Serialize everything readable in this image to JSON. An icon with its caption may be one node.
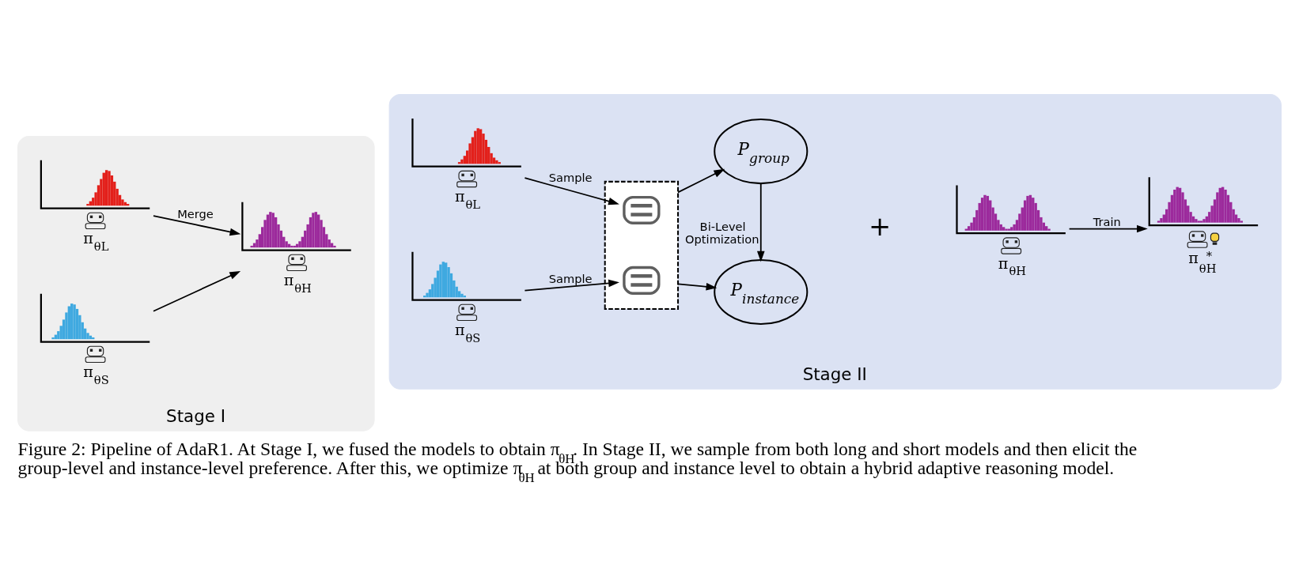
{
  "diagram": {
    "caption": "Figure 2: Pipeline of AdaR1. At Stage I, we fused the models to obtain π$_{θH}$. In Stage II, we sample from both long and short models and then elicit the group-level and instance-level preference. After this, we optimize π$_{θH}$ at both group and instance level to obtain a hybrid adaptive reasoning model.",
    "nodes": [
      {
        "text": [
          "Stage I"
        ]
      },
      {
        "text": [
          "π$_{θL}$"
        ],
        "in": 0
      },
      {
        "text": [
          "π$_{θS}$"
        ],
        "in": 0
      },
      {
        "text": [
          "π$_{θH}$"
        ],
        "in": 0
      },
      {
        "text": [
          "Stage II"
        ]
      },
      {
        "text": [
          "π$_{θL}$"
        ],
        "in": 4
      },
      {
        "text": [
          "π$_{θS}$"
        ],
        "in": 4
      },
      {
        "text": [],
        "shape": "box",
        "in": 4
      },
      {
        "text": [],
        "shape": "picture",
        "in": 7
      },
      {
        "text": [],
        "shape": "picture",
        "in": 7
      },
      {
        "text": [
          "P$_{group}$"
        ],
        "in": 4
      },
      {
        "text": [
          "P$_{instance}$"
        ],
        "in": 4
      },
      {
        "text": [
          "π$_{θH}$"
        ],
        "in": 4
      },
      {
        "text": [
          "π$_{θ}$$^{*}$$_{H}$"
        ],
        "in": 4
      }
    ],
    "edges": [
      {
        "from": 1,
        "to": 3,
        "arrow": "to",
        "label": "Merge"
      },
      {
        "from": 2,
        "to": 3,
        "arrow": "to"
      },
      {
        "from": 5,
        "to": 8,
        "arrow": "to",
        "label": "Sample"
      },
      {
        "from": 6,
        "to": 9,
        "arrow": "to",
        "label": "Sample"
      },
      {
        "from": 7,
        "to": 10,
        "arrow": "to"
      },
      {
        "from": 7,
        "to": 11,
        "arrow": "to"
      },
      {
        "from": 10,
        "to": 11,
        "arrow": "to",
        "label": "Bi-Level Optimization"
      },
      {
        "from": 12,
        "to": 13,
        "arrow": "to",
        "label": "Train"
      }
    ],
    "labels": [
      "+"
    ]
  }
}
